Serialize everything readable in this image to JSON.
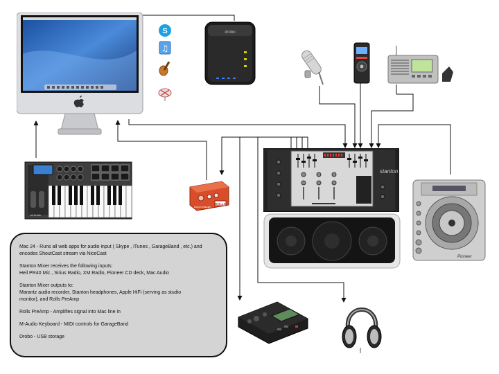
{
  "notes": {
    "line1": "Mac 24 - Runs all web apps for audio input (          Skype  , iTunes   , GarageBand   , etc.) and",
    "line2": "encodes  ShoutCast   stream via   NiceCast",
    "line3": "Stanton Mixer   receives the following inputs:",
    "line4": "Heil  PR40  Mic , Sirius   Radio, XM Radio, Pioneer CD deck, Mac Audio",
    "line5": "Stanton Mixer outputs to:",
    "line6": "Marantz  audio recorder, Stanton headphones, Apple          HiFi  (serving as studio",
    "line7": "monitor), and Rolls    PreAmp",
    "line8": "Rolls   PreAmp  - Amplifies signal into Mac line in",
    "line9": "M-Audio Keyboard - MIDI controls for         GarageBand",
    "line10": "Drobo  - USB storage"
  },
  "devices": {
    "drobo_brand": "drobo",
    "mixer_brand": "stanton",
    "cdj_brand": "Pioneer",
    "preamp_brand": "ROLLS",
    "preamp_label": "PHONO PREAMP",
    "keyboard_brand": "M-Audio"
  },
  "colors": {
    "wire": "#111111",
    "note_bg": "#d4d4d4"
  }
}
